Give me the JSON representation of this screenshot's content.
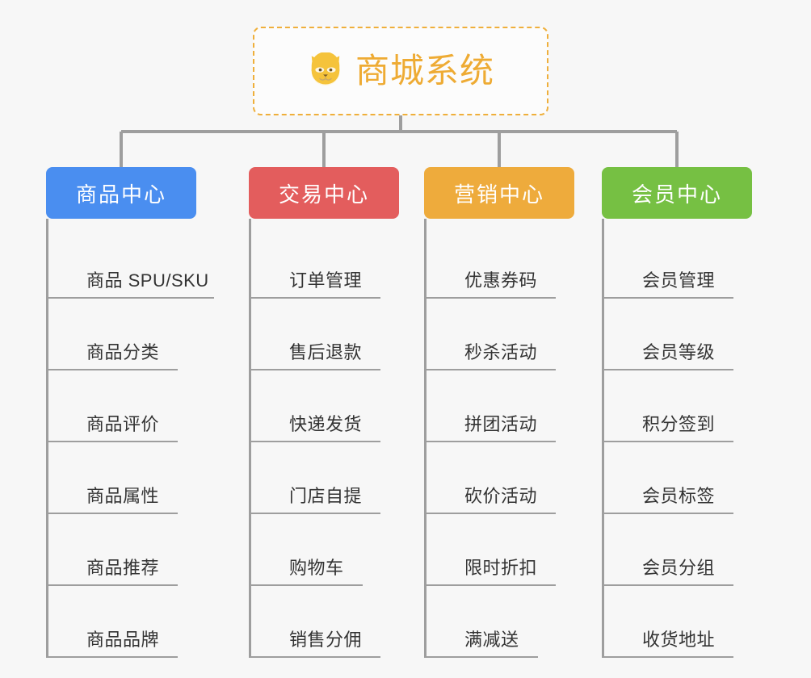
{
  "page": {
    "background_color": "#f7f7f7",
    "type": "org-chart"
  },
  "root": {
    "title": "商城系统",
    "icon": "shiba-dog-face-icon",
    "border_color": "#efaf3b",
    "text_color": "#eeab34",
    "background_color": "#fcfcfc"
  },
  "connector": {
    "color": "#9e9e9e"
  },
  "categories": [
    {
      "label": "商品中心",
      "color": "#4a8ef0",
      "items": [
        {
          "label": "商品 SPU/SKU",
          "rule_width": 205
        },
        {
          "label": "商品分类",
          "rule_width": 160
        },
        {
          "label": "商品评价",
          "rule_width": 160
        },
        {
          "label": "商品属性",
          "rule_width": 160
        },
        {
          "label": "商品推荐",
          "rule_width": 160
        },
        {
          "label": "商品品牌",
          "rule_width": 160
        }
      ]
    },
    {
      "label": "交易中心",
      "color": "#e35d5d",
      "items": [
        {
          "label": "订单管理",
          "rule_width": 160
        },
        {
          "label": "售后退款",
          "rule_width": 160
        },
        {
          "label": "快递发货",
          "rule_width": 160
        },
        {
          "label": "门店自提",
          "rule_width": 160
        },
        {
          "label": "购物车",
          "rule_width": 138
        },
        {
          "label": "销售分佣",
          "rule_width": 160
        }
      ]
    },
    {
      "label": "营销中心",
      "color": "#eeab3c",
      "items": [
        {
          "label": "优惠券码",
          "rule_width": 160
        },
        {
          "label": "秒杀活动",
          "rule_width": 160
        },
        {
          "label": "拼团活动",
          "rule_width": 160
        },
        {
          "label": "砍价活动",
          "rule_width": 160
        },
        {
          "label": "限时折扣",
          "rule_width": 160
        },
        {
          "label": "满减送",
          "rule_width": 138
        }
      ]
    },
    {
      "label": "会员中心",
      "color": "#76c043",
      "items": [
        {
          "label": "会员管理",
          "rule_width": 160
        },
        {
          "label": "会员等级",
          "rule_width": 160
        },
        {
          "label": "积分签到",
          "rule_width": 160
        },
        {
          "label": "会员标签",
          "rule_width": 160
        },
        {
          "label": "会员分组",
          "rule_width": 160
        },
        {
          "label": "收货地址",
          "rule_width": 160
        }
      ]
    }
  ]
}
